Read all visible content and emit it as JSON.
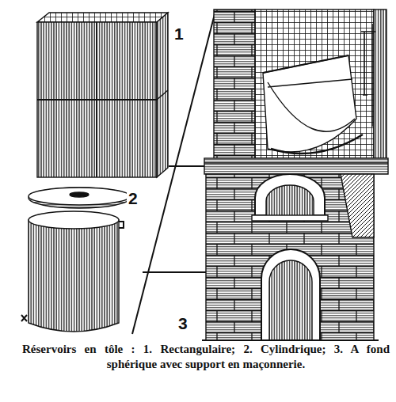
{
  "diagram": {
    "caption": "Réservoirs en tôle : 1. Rectangulaire; 2. Cylindrique; 3. A fond sphérique avec support en maçonnerie.",
    "labels": [
      "1",
      "2",
      "3"
    ]
  }
}
